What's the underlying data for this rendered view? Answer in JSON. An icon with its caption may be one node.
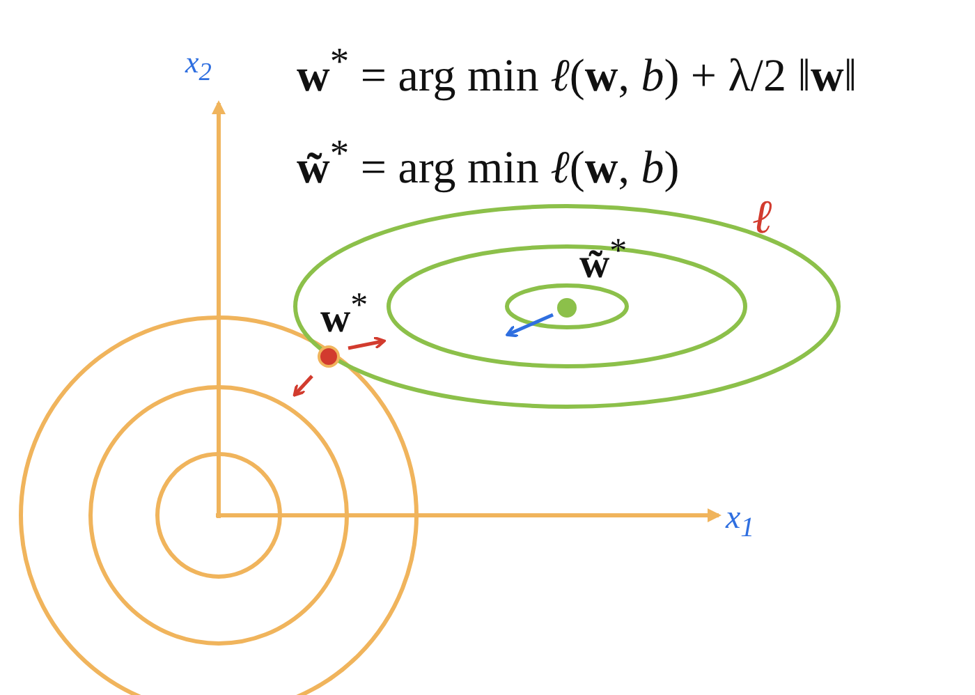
{
  "diagram": {
    "labels": [
      "x$_{2}$",
      "**w**$^{*}$ = arg min  *ℓ*(**w**, *b*) + λ/2 ‖**w**‖",
      "**w̃**$^{*}$ = arg min  *ℓ*(**w**, *b*)",
      "ℓ",
      "**w̃**$^{*}$",
      "**w**$^{*}$",
      "x$_{1}$"
    ]
  }
}
